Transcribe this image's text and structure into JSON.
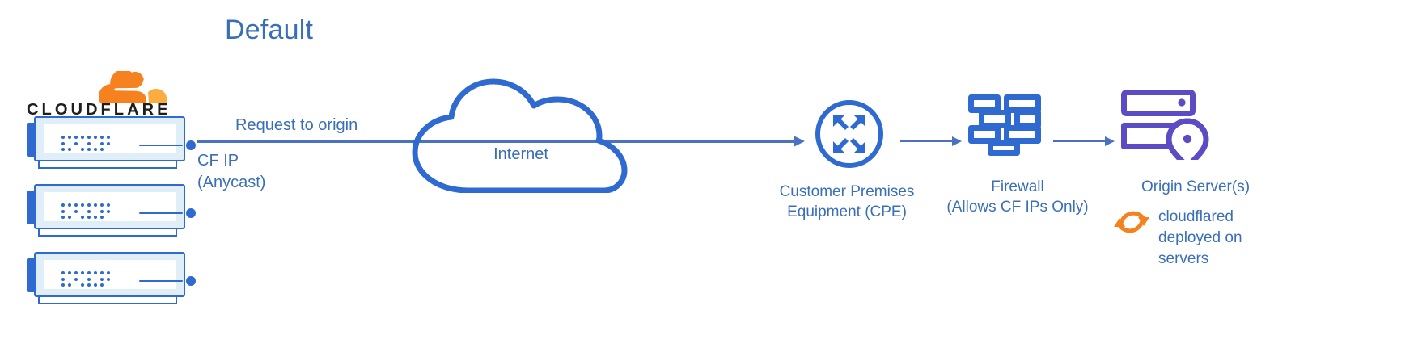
{
  "title": "Default",
  "brand": {
    "wordmark": "CLOUDFLARE",
    "logo_icon": "cloudflare-cloud-mark",
    "orange": "#f6821f",
    "orange_light": "#fbad41"
  },
  "colors": {
    "accent_blue": "#3a6fb8",
    "icon_blue": "#2f6ad0",
    "arrow_blue": "#4a72c0",
    "origin_purple": "#5b4bc4",
    "server_fill": "#dfeef7",
    "background": "#ffffff"
  },
  "edge": {
    "servers_count": 3,
    "server_icon": "rack-server-icon"
  },
  "flow": {
    "arrow_label": "Request to origin",
    "source_ip_label": "CF IP\n(Anycast)",
    "source_ip_line1": "CF IP",
    "source_ip_line2": "(Anycast)"
  },
  "internet": {
    "label": "Internet",
    "icon": "cloud-icon"
  },
  "nodes": [
    {
      "id": "cpe",
      "icon": "router-converge-arrows-icon",
      "label_line1": "Customer Premises",
      "label_line2": "Equipment (CPE)"
    },
    {
      "id": "firewall",
      "icon": "brick-wall-icon",
      "label_line1": "Firewall",
      "label_line2": "(Allows CF IPs Only)"
    },
    {
      "id": "origin",
      "icon": "server-with-location-pin-icon",
      "label_line1": "Origin Server(s)",
      "label_line2": ""
    }
  ],
  "cloudflared": {
    "icon": "sync-arrows-icon",
    "line1": "cloudflared",
    "line2": "deployed on",
    "line3": "servers"
  }
}
